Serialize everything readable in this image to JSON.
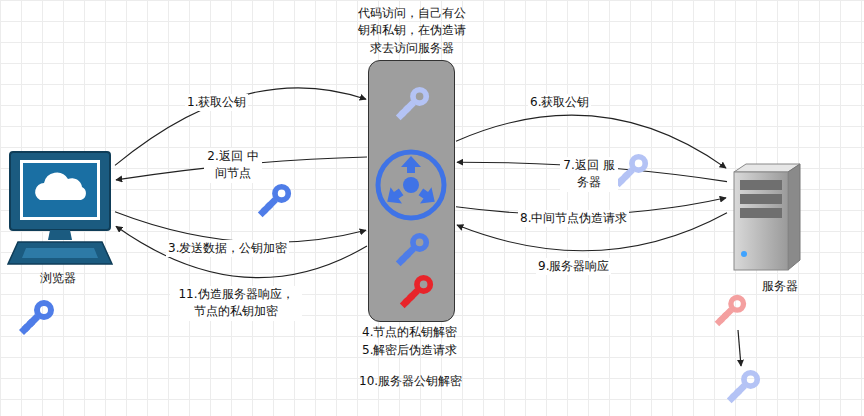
{
  "diagram": {
    "nodes": [
      {
        "text": [
          "浏览器"
        ]
      },
      {
        "text": [
          "代码访问，自己有公钥和私钥，在伪造请求去访问服务器"
        ]
      },
      {
        "text": [
          "服务器"
        ]
      }
    ],
    "edges": [
      {
        "from": 0,
        "to": 1,
        "label": "1.获取公钥",
        "arrow": "to"
      },
      {
        "from": 1,
        "to": 0,
        "label": "2.返回 中间节点",
        "arrow": "to"
      },
      {
        "from": 0,
        "to": 1,
        "label": "3.发送数据，公钥加密",
        "arrow": "to"
      },
      {
        "from": 1,
        "to": 2,
        "label": "6.获取公钥",
        "arrow": "to"
      },
      {
        "from": 2,
        "to": 1,
        "label": "7.返回 服务器",
        "arrow": "to"
      },
      {
        "from": 1,
        "to": 2,
        "label": "8.中间节点伪造请求",
        "arrow": "to"
      },
      {
        "from": 2,
        "to": 1,
        "label": "9.服务器响应",
        "arrow": "to"
      },
      {
        "from": 1,
        "to": 0,
        "label": "11.伪造服务器响应， 节点的私钥加密",
        "arrow": "to"
      }
    ],
    "labels": [
      "4.节点的私钥解密",
      "5.解密后伪造请求",
      "10.服务器公钥解密"
    ]
  }
}
